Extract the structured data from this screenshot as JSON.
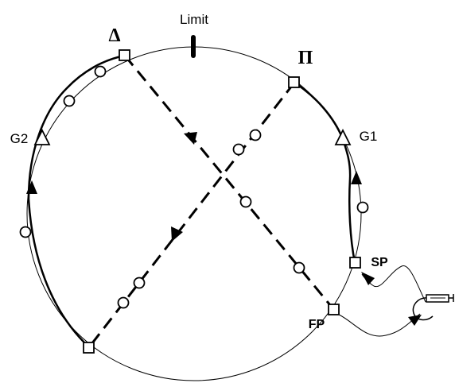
{
  "diagram": {
    "labels": {
      "limit": "Limit",
      "delta": "Δ",
      "pi": "Π",
      "g1": "G1",
      "g2": "G2",
      "sp": "SP",
      "fp": "FP"
    },
    "colors": {
      "stroke": "#000000",
      "background": "#ffffff"
    },
    "icons": [
      "square-node-icon",
      "circle-node-icon",
      "triangle-node-icon",
      "arrowhead-icon",
      "syringe-icon"
    ]
  }
}
